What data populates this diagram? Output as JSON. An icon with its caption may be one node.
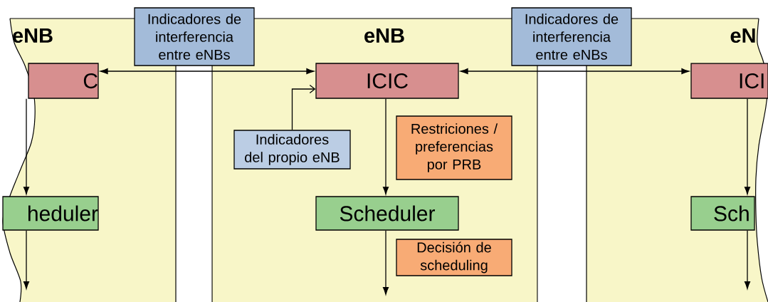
{
  "diagram": {
    "nodes": [
      {
        "text": [
          "eNB"
        ]
      },
      {
        "text": [
          "C"
        ],
        "in": 0
      },
      {
        "text": [
          "heduler"
        ],
        "in": 0
      },
      {
        "text": [
          "Indicadores de interferencia entre eNBs"
        ]
      },
      {
        "text": [
          "eNB"
        ]
      },
      {
        "text": [
          "ICIC"
        ],
        "in": 4
      },
      {
        "text": [
          "Indicadores del propio eNB"
        ],
        "in": 4
      },
      {
        "text": [
          "Restriciones / preferencias por PRB"
        ],
        "in": 4
      },
      {
        "text": [
          "Scheduler"
        ],
        "in": 4
      },
      {
        "text": [
          "Decisión de scheduling"
        ],
        "in": 4
      },
      {
        "text": [
          "Indicadores de interferencia entre eNBs"
        ]
      },
      {
        "text": [
          "eN"
        ]
      },
      {
        "text": [
          "ICI"
        ],
        "in": 11
      },
      {
        "text": [
          "Sch"
        ],
        "in": 11
      }
    ],
    "edges": [
      {
        "from": 1,
        "to": 2,
        "arrow": "to"
      },
      {
        "from": 2,
        "to": null,
        "arrow": "to"
      },
      {
        "from": 1,
        "to": 5,
        "arrow": "both"
      },
      {
        "from": 6,
        "to": 5,
        "arrow": "to"
      },
      {
        "from": 5,
        "to": 8,
        "arrow": "to"
      },
      {
        "from": 8,
        "to": null,
        "arrow": "to"
      },
      {
        "from": 5,
        "to": 12,
        "arrow": "both"
      },
      {
        "from": 12,
        "to": 13,
        "arrow": "to"
      },
      {
        "from": 13,
        "to": null,
        "arrow": "to"
      }
    ]
  }
}
